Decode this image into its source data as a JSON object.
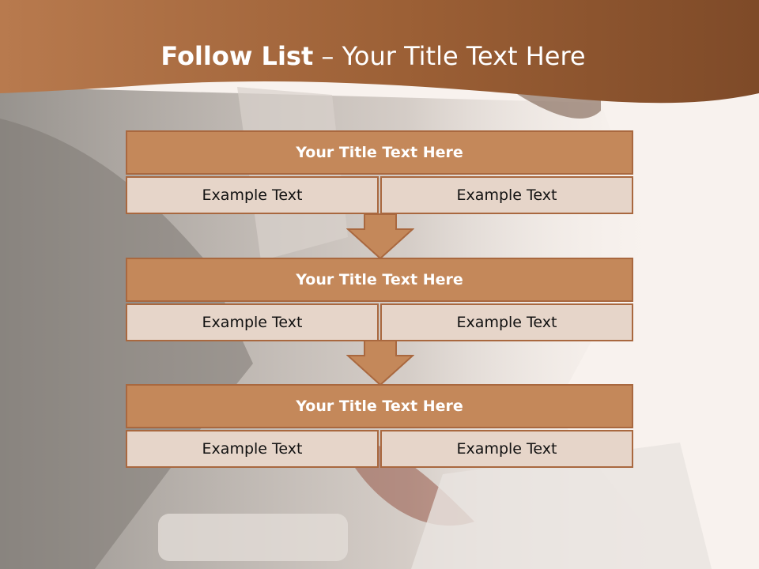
{
  "slide": {
    "title_bold": "Follow List",
    "title_rest": " – Your Title Text Here",
    "blocks": [
      {
        "title": "Your Title Text Here",
        "left": "Example Text",
        "right": "Example Text"
      },
      {
        "title": "Your Title Text Here",
        "left": "Example Text",
        "right": "Example Text"
      },
      {
        "title": "Your Title Text Here",
        "left": "Example Text",
        "right": "Example Text"
      }
    ]
  },
  "colors": {
    "header_brown": "#a8683e",
    "block_title": "#c4885a",
    "block_cell": "#e6d5c9",
    "border": "#a9683f"
  },
  "icons": [
    "down-arrow-icon",
    "down-arrow-icon"
  ]
}
